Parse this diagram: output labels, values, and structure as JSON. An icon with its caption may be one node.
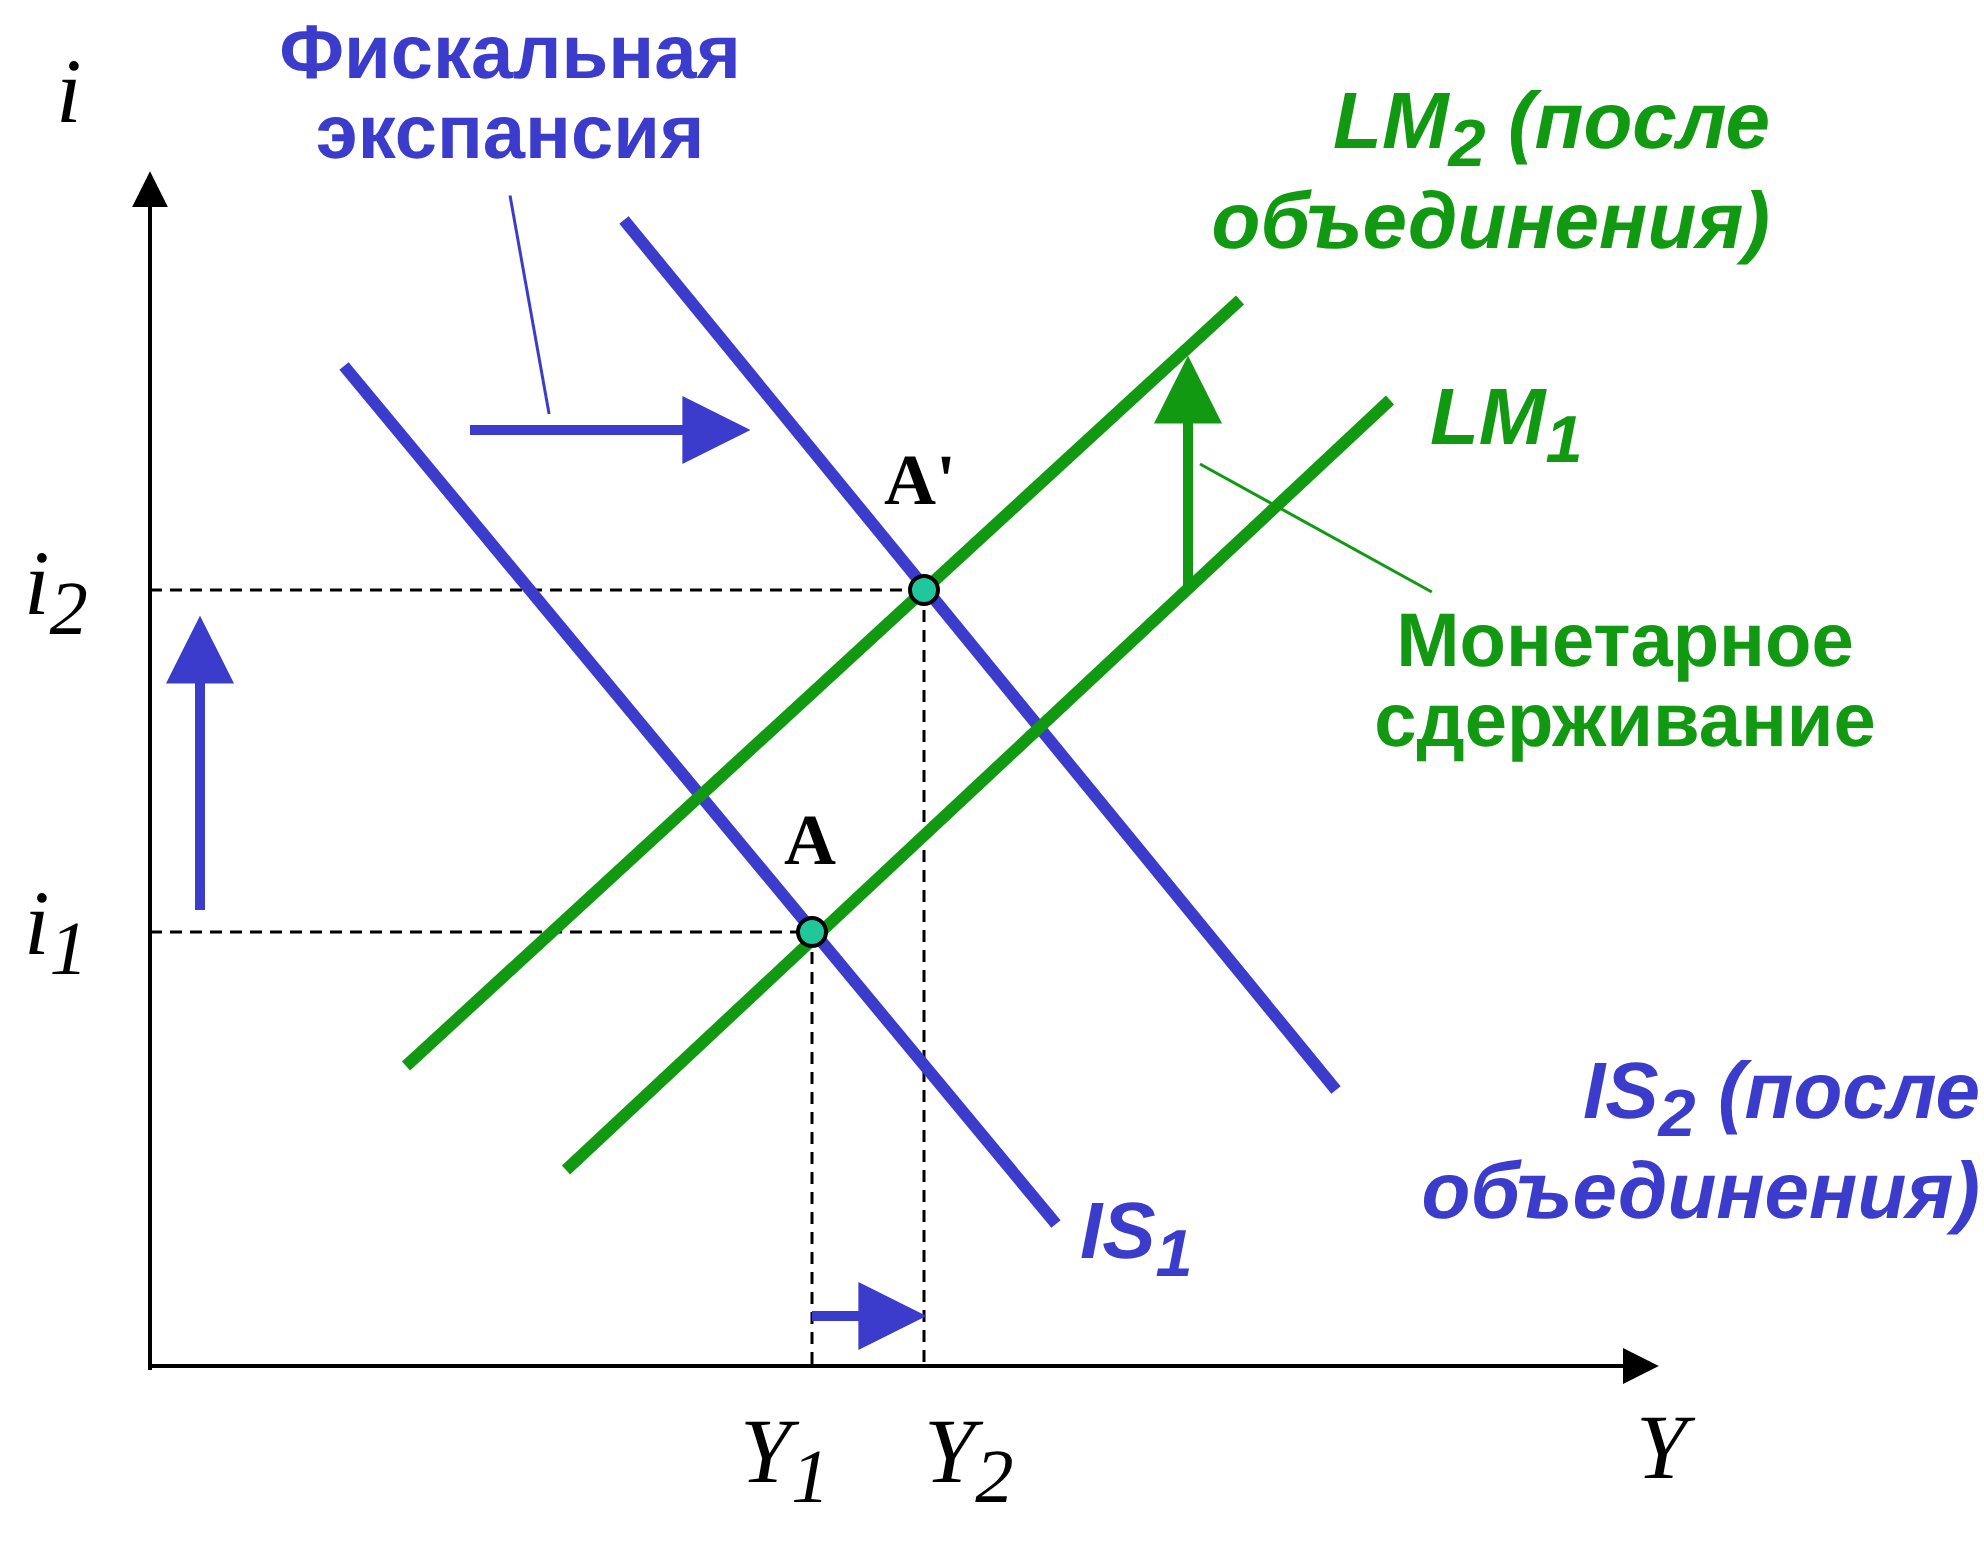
{
  "diagram": {
    "nodes": [
      {
        "text": [
          "Фискальная экспансия"
        ]
      },
      {
        "text": [],
        "shape": "arrow"
      },
      {
        "text": [
          "Монетарное сдерживание"
        ]
      },
      {
        "text": [],
        "shape": "arrow"
      }
    ],
    "edges": [
      {
        "from": 0,
        "to": 1,
        "arrow": "none",
        "color": "#3b3bcc"
      },
      {
        "from": 2,
        "to": 3,
        "arrow": "none",
        "color": "#119a11"
      }
    ],
    "labels": [
      "i",
      "LM$_{2}$ (после объединения)",
      "LM$_{1}$",
      "A'",
      "i$_{2}$",
      "A",
      "i$_{1}$",
      "IS$_{2}$ (после объединения)",
      "IS$_{1}$",
      "Y$_{1}$",
      "Y$_{2}$",
      "Y"
    ]
  }
}
